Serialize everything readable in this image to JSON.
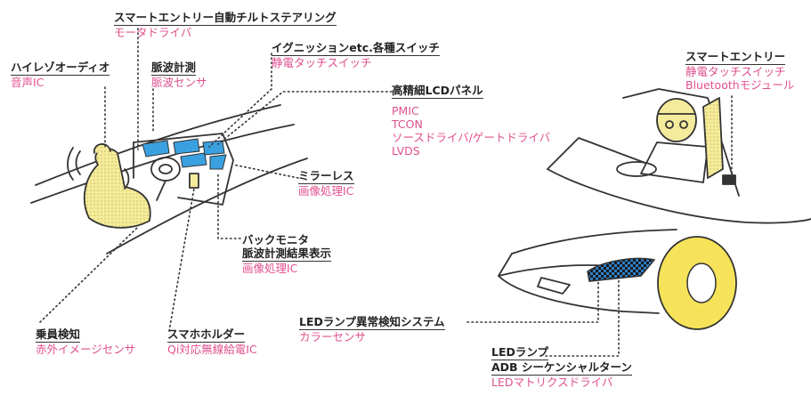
{
  "colors": {
    "title": "#222222",
    "sub": "#e0508f",
    "seat": "#f5eb9c",
    "display": "#3aa0e0",
    "lamp": "#2d7fc8",
    "wheel": "#f7e35a",
    "line": "#333333"
  },
  "labels": {
    "steering_title": "スマートエントリー自動チルトステアリング",
    "steering_sub": "モータドライバ",
    "switch_title": "イグニッションetc.各種スイッチ",
    "switch_sub": "静電タッチスイッチ",
    "audio_title": "ハイレゾオーディオ",
    "audio_sub": "音声IC",
    "pulse_title": "脈波計測",
    "pulse_sub": "脈波センサ",
    "lcd_title": "高精細LCDパネル",
    "lcd_subs": [
      "PMIC",
      "TCON",
      "ソースドライバ/ゲートドライバ",
      "LVDS"
    ],
    "mirror_title": "ミラーレス",
    "mirror_sub": "画像処理IC",
    "backmonitor_title1": "バックモニタ",
    "backmonitor_title2": "脈波計測結果表示",
    "backmonitor_sub": "画像処理IC",
    "occupant_title": "乗員検知",
    "occupant_sub": "赤外イメージセンサ",
    "holder_title": "スマホホルダー",
    "holder_sub": "Qi対応無線給電IC",
    "smartentry_title": "スマートエントリー",
    "smartentry_sub1": "静電タッチスイッチ",
    "smartentry_sub2": "Bluetoothモジュール",
    "lampfault_title": "LEDランプ異常検知システム",
    "lampfault_sub": "カラーセンサ",
    "ledlamp_title1": "LEDランプ",
    "ledlamp_title2": "ADB シーケンシャルターン",
    "ledlamp_sub": "LEDマトリクスドライバ"
  }
}
